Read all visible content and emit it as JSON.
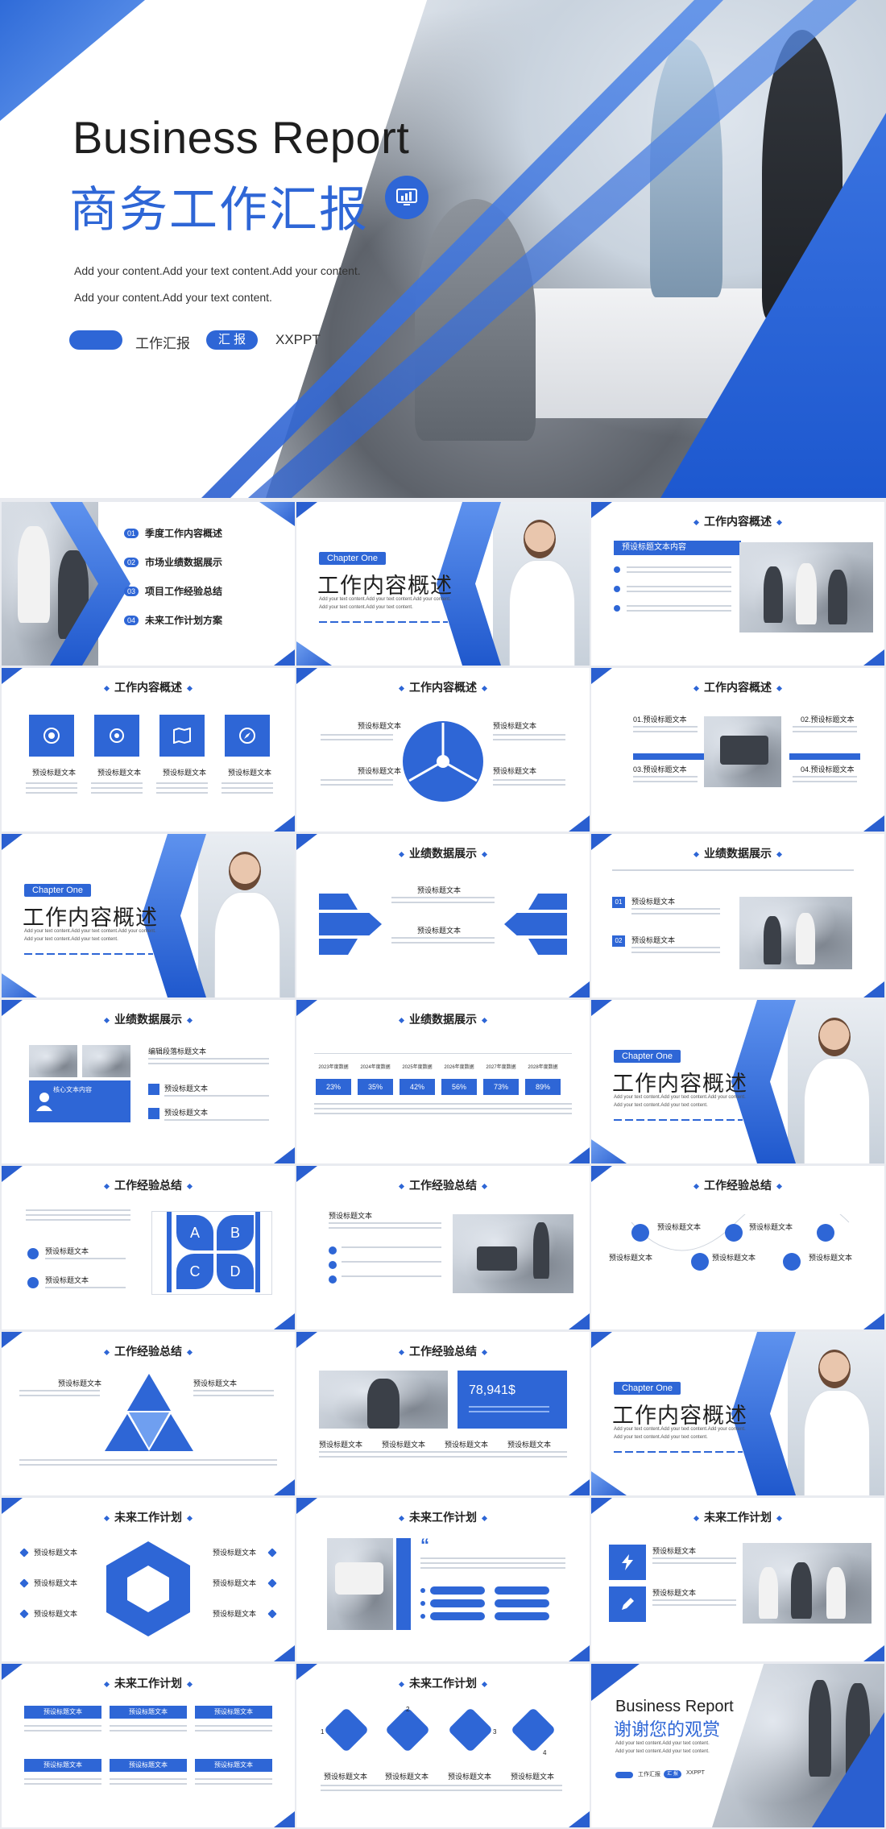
{
  "cover": {
    "title_en": "Business Report",
    "title_cn": "商务工作汇报",
    "subtitle_1": "Add your content.Add your text content.Add your content.",
    "subtitle_2": "Add your content.Add your text content.",
    "label_1": "工作汇报",
    "pill_2": "汇 报",
    "label_2": "XXPPT",
    "accent": "#2e66d6"
  },
  "toc": {
    "items": [
      {
        "num": "01",
        "label": "季度工作内容概述"
      },
      {
        "num": "02",
        "label": "市场业绩数据展示"
      },
      {
        "num": "03",
        "label": "项目工作经验总结"
      },
      {
        "num": "04",
        "label": "未来工作计划方案"
      }
    ]
  },
  "chapter": {
    "pill": "Chapter One",
    "title": "工作内容概述",
    "line_1": "Add your text content.Add your text content.Add your content.",
    "line_2": "Add your text content.Add your text content."
  },
  "titles": {
    "work": "工作内容概述",
    "perf": "业绩数据展示",
    "exp": "工作经验总结",
    "plan": "未来工作计划"
  },
  "common": {
    "preset_title": "预设标题文本",
    "preset_content": "预设标题文本内容",
    "edit_title": "编辑段落标题文本",
    "core": "核心文本内容"
  },
  "labels": {
    "s1": "01.预设标题文本",
    "s2": "02.预设标题文本",
    "s3": "03.预设标题文本",
    "s4": "04.预设标题文本",
    "n01": "01",
    "n02": "02"
  },
  "stats": {
    "years": [
      "2023年度数据",
      "2024年度数据",
      "2025年度数据",
      "2026年度数据",
      "2027年度数据",
      "2028年度数据"
    ],
    "percents": [
      "23%",
      "35%",
      "42%",
      "56%",
      "73%",
      "89%"
    ],
    "big_value": "78,941$"
  },
  "letters": [
    "A",
    "B",
    "C",
    "D"
  ],
  "diamond_nums": [
    "1",
    "2",
    "3",
    "4"
  ],
  "ending": {
    "title_en": "Business Report",
    "title_cn": "谢谢您的观赏",
    "line": "Add your text content.Add your text content.",
    "label_1": "工作汇报",
    "pill": "汇 报",
    "label_2": "XXPPT"
  }
}
